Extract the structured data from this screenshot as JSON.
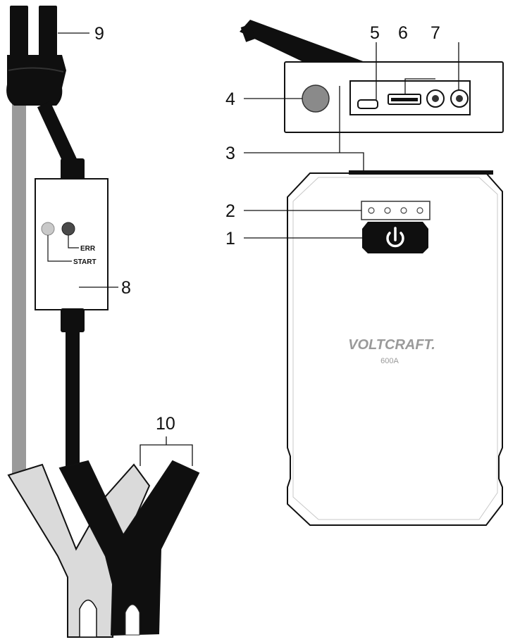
{
  "callouts": [
    "1",
    "2",
    "3",
    "4",
    "5",
    "6",
    "7",
    "8",
    "9",
    "10"
  ],
  "cable_box": {
    "err_label": "ERR",
    "start_label": "START"
  },
  "device": {
    "brand": "VOLTCRAFT.",
    "model": "600A"
  }
}
